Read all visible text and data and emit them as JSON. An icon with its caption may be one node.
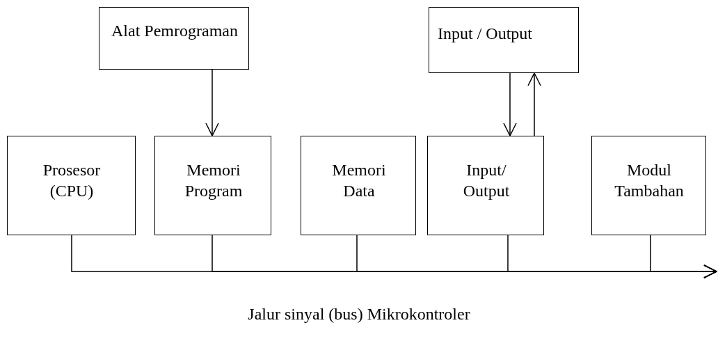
{
  "diagram": {
    "caption": "Jalur sinyal (bus) Mikrokontroler",
    "nodes": [
      {
        "text": [
          "Alat Pemrograman"
        ]
      },
      {
        "text": [
          "Input / Output"
        ]
      },
      {
        "text": [
          "Prosesor (CPU)"
        ]
      },
      {
        "text": [
          "Memori Program"
        ]
      },
      {
        "text": [
          "Memori Data"
        ]
      },
      {
        "text": [
          "Input/ Output"
        ]
      },
      {
        "text": [
          "Modul Tambahan"
        ]
      }
    ],
    "edges": [
      {
        "from": 0,
        "to": 3,
        "arrow": "to"
      },
      {
        "from": 1,
        "to": 5,
        "arrow": "to"
      },
      {
        "from": 5,
        "to": 1,
        "arrow": "to"
      },
      {
        "from": 2,
        "to": null,
        "arrow": "to"
      },
      {
        "from": 3,
        "to": null,
        "arrow": "to"
      },
      {
        "from": 4,
        "to": null,
        "arrow": "to"
      },
      {
        "from": 5,
        "to": null,
        "arrow": "to"
      },
      {
        "from": 6,
        "to": null,
        "arrow": "to"
      }
    ]
  }
}
